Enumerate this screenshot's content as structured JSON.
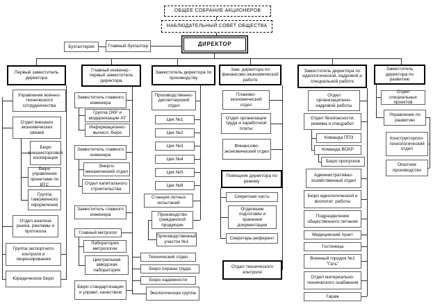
{
  "diagram": {
    "governance": {
      "general_meeting": "ОБЩЕЕ СОБРАНИЕ АКЦИОНЕРОВ",
      "supervisory_board": "НАБЛЮДАТЕЛЬНЫЙ СОВЕТ ОБЩЕСТВА",
      "director": "ДИРЕКТОР",
      "accounting": "Бухгалтерия",
      "chief_accountant": "Главный бухгалтер"
    },
    "col1": {
      "head": "Первый заместитель директора",
      "items": [
        "Управление военно-технического сотрудничества",
        "Отдел внешних экономических связей",
        "Бюро внешнеторговой кооперации",
        "Бюро управления проектами по ВТС",
        "Группа таможенного оформления",
        "Отдел анализа рынка,  рекламы и протокола",
        "Группа экспортного контроля и лицензирования",
        "Юридическое бюро"
      ]
    },
    "col2": {
      "head": "Главный инженер - первый заместитель директора",
      "items": [
        "Заместитель главного инженера",
        "Группа ОКР и модернизации АТ",
        "Информационно-вычисл. бюро",
        "Заместитель главного инженера",
        "Энерго-механический отдел",
        "Отдел капитального строительства",
        "Заместитель главного инженера",
        "Главный метролог",
        "Лаборатория метрологии",
        "Центральная заводская лаборатория",
        "Бюро стандартизации и управл. качеством"
      ]
    },
    "col3": {
      "head": "Заместитель директора по производству",
      "items": [
        "Производственно-диспетчерский отдел",
        "Цех №1",
        "Цех №2",
        "Цех №3",
        "Цех №4",
        "Цех №5",
        "Цех №8",
        "Станция летных испытаний",
        "Производство гражданской продукции",
        "Производственный участок №1"
      ]
    },
    "chief_engineer_services": [
      "Технический отдел",
      "Бюро охраны труда",
      "Бюро надежности",
      "Экологическая группа"
    ],
    "col4": {
      "head": "Зам. директора по финансово-экономической работе",
      "items": [
        "Планово-экономический отдел",
        "Отдел организации труда и заработной платы",
        "Финансово-экономический отдел"
      ],
      "regime_assistant": {
        "head": "Помощник директора по режиму",
        "items": [
          "Секретная часть",
          "Отделение подготовки и хранения документации",
          "Секретарь-референт"
        ]
      },
      "technical_control": "Отдел технического контроля"
    },
    "col5": {
      "head": "Заместитель директора по идеологической, кадровой и специальной работе",
      "items": [
        "Отдел организационно-кадровой работы",
        "Отдел безопасности, режима и спецработ",
        "Команда ППЗ",
        "Команда ВОХР",
        "Бюро пропусков",
        "Административно-хозяйственный отдел",
        "Бюро идеологической и воспитат. работы",
        "Подразделение общественного питания",
        "Медицинский пункт",
        "Гостиница",
        "Военный городок №1 \"Гать\"",
        "Отдел материально-технического снабжения",
        "Гараж"
      ]
    },
    "col6": {
      "head": "Заместитель директора по развитию",
      "items": [
        "Отдел специальных проектов",
        "Управление по развитию",
        "Конструкторско-технологический отдел",
        "Опытное производство"
      ]
    }
  }
}
